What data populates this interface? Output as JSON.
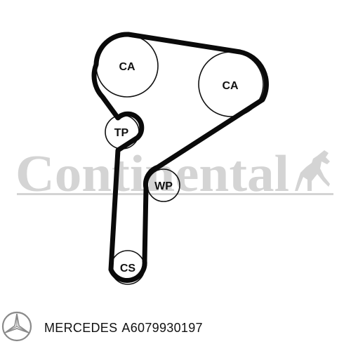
{
  "diagram": {
    "watermark_text": "Continental",
    "pulleys": {
      "ca_left": "CA",
      "ca_right": "CA",
      "tp": "TP",
      "wp": "WP",
      "cs": "CS"
    },
    "belt_color": "#0a0a0a",
    "watermark_color": "#d4d4d4"
  },
  "caption": {
    "make": "MERCEDES",
    "part_number": "A6079930197"
  },
  "logo": {
    "icon": "mercedes-star-icon"
  }
}
